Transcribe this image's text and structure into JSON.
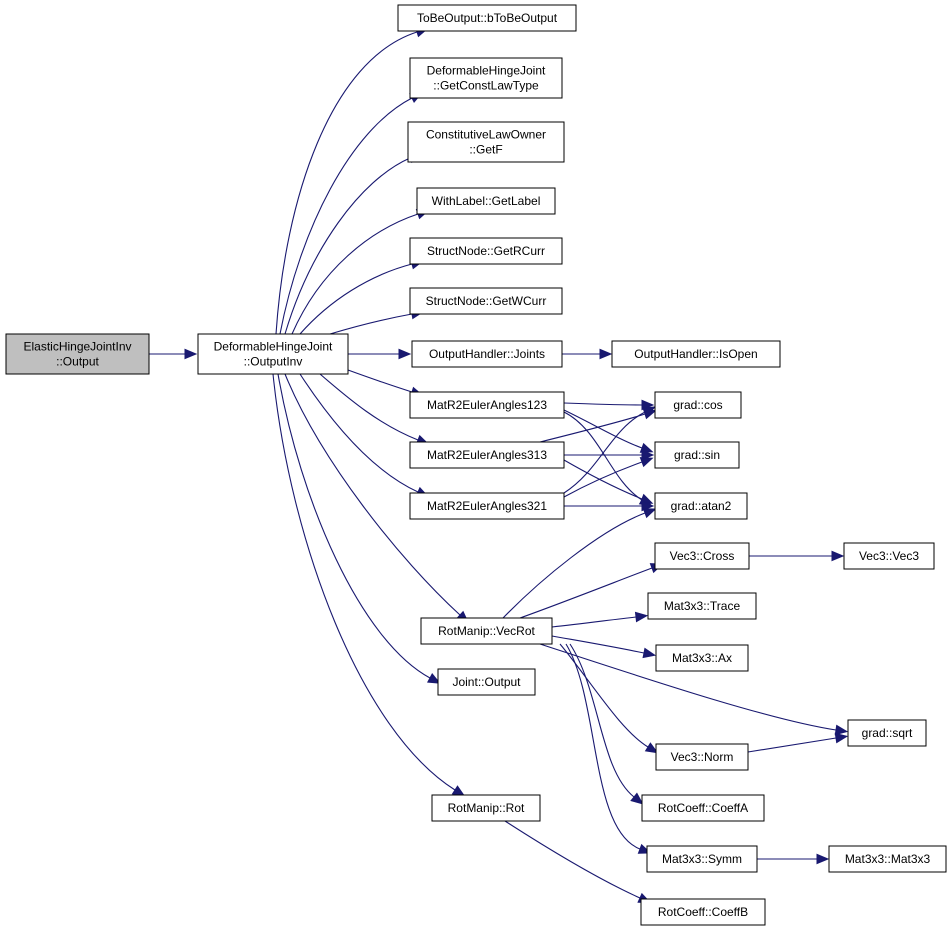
{
  "graph": {
    "colors": {
      "edge": "#191970",
      "node_fill": "#ffffff",
      "root_fill": "#bfbfbf",
      "node_border": "#000000"
    },
    "nodes": [
      {
        "id": "root",
        "lines": [
          "ElasticHingeJointInv",
          "::Output"
        ],
        "root": true
      },
      {
        "id": "outputinv",
        "lines": [
          "DeformableHingeJoint",
          "::OutputInv"
        ]
      },
      {
        "id": "btobeoutput",
        "lines": [
          "ToBeOutput::bToBeOutput"
        ]
      },
      {
        "id": "getconstlawtype",
        "lines": [
          "DeformableHingeJoint",
          "::GetConstLawType"
        ]
      },
      {
        "id": "getf",
        "lines": [
          "ConstitutiveLawOwner",
          "::GetF"
        ]
      },
      {
        "id": "getlabel",
        "lines": [
          "WithLabel::GetLabel"
        ]
      },
      {
        "id": "getrcurr",
        "lines": [
          "StructNode::GetRCurr"
        ]
      },
      {
        "id": "getwcurr",
        "lines": [
          "StructNode::GetWCurr"
        ]
      },
      {
        "id": "joints",
        "lines": [
          "OutputHandler::Joints"
        ]
      },
      {
        "id": "isopen",
        "lines": [
          "OutputHandler::IsOpen"
        ]
      },
      {
        "id": "euler123",
        "lines": [
          "MatR2EulerAngles123"
        ]
      },
      {
        "id": "euler313",
        "lines": [
          "MatR2EulerAngles313"
        ]
      },
      {
        "id": "euler321",
        "lines": [
          "MatR2EulerAngles321"
        ]
      },
      {
        "id": "cos",
        "lines": [
          "grad::cos"
        ]
      },
      {
        "id": "sin",
        "lines": [
          "grad::sin"
        ]
      },
      {
        "id": "atan2",
        "lines": [
          "grad::atan2"
        ]
      },
      {
        "id": "cross",
        "lines": [
          "Vec3::Cross"
        ]
      },
      {
        "id": "vec3",
        "lines": [
          "Vec3::Vec3"
        ]
      },
      {
        "id": "trace",
        "lines": [
          "Mat3x3::Trace"
        ]
      },
      {
        "id": "vecrot",
        "lines": [
          "RotManip::VecRot"
        ]
      },
      {
        "id": "ax",
        "lines": [
          "Mat3x3::Ax"
        ]
      },
      {
        "id": "jointoutput",
        "lines": [
          "Joint::Output"
        ]
      },
      {
        "id": "sqrt",
        "lines": [
          "grad::sqrt"
        ]
      },
      {
        "id": "norm",
        "lines": [
          "Vec3::Norm"
        ]
      },
      {
        "id": "coeffa",
        "lines": [
          "RotCoeff::CoeffA"
        ]
      },
      {
        "id": "rot",
        "lines": [
          "RotManip::Rot"
        ]
      },
      {
        "id": "symm",
        "lines": [
          "Mat3x3::Symm"
        ]
      },
      {
        "id": "mat3x3",
        "lines": [
          "Mat3x3::Mat3x3"
        ]
      },
      {
        "id": "coeffb",
        "lines": [
          "RotCoeff::CoeffB"
        ]
      }
    ],
    "edges": [
      [
        "root",
        "outputinv"
      ],
      [
        "outputinv",
        "btobeoutput"
      ],
      [
        "outputinv",
        "getconstlawtype"
      ],
      [
        "outputinv",
        "getf"
      ],
      [
        "outputinv",
        "getlabel"
      ],
      [
        "outputinv",
        "getrcurr"
      ],
      [
        "outputinv",
        "getwcurr"
      ],
      [
        "outputinv",
        "joints"
      ],
      [
        "outputinv",
        "euler123"
      ],
      [
        "outputinv",
        "euler313"
      ],
      [
        "outputinv",
        "euler321"
      ],
      [
        "outputinv",
        "vecrot"
      ],
      [
        "outputinv",
        "jointoutput"
      ],
      [
        "outputinv",
        "rot"
      ],
      [
        "joints",
        "isopen"
      ],
      [
        "euler123",
        "cos"
      ],
      [
        "euler123",
        "sin"
      ],
      [
        "euler123",
        "atan2"
      ],
      [
        "euler313",
        "cos"
      ],
      [
        "euler313",
        "sin"
      ],
      [
        "euler313",
        "atan2"
      ],
      [
        "euler321",
        "cos"
      ],
      [
        "euler321",
        "sin"
      ],
      [
        "euler321",
        "atan2"
      ],
      [
        "vecrot",
        "atan2"
      ],
      [
        "vecrot",
        "cross"
      ],
      [
        "vecrot",
        "trace"
      ],
      [
        "vecrot",
        "ax"
      ],
      [
        "vecrot",
        "sqrt"
      ],
      [
        "vecrot",
        "norm"
      ],
      [
        "vecrot",
        "coeffa"
      ],
      [
        "vecrot",
        "symm"
      ],
      [
        "cross",
        "vec3"
      ],
      [
        "norm",
        "sqrt"
      ],
      [
        "symm",
        "mat3x3"
      ],
      [
        "rot",
        "coeffb"
      ]
    ]
  }
}
